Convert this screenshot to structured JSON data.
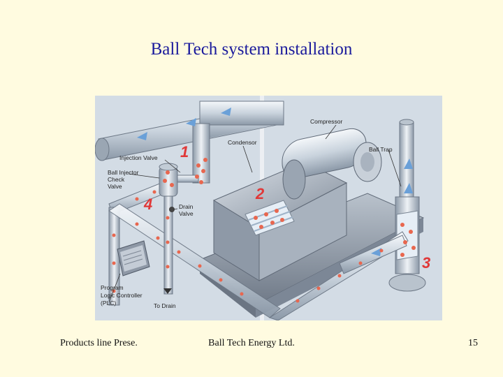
{
  "slide": {
    "title": "Ball Tech system installation",
    "footer_left": "Products line Prese.",
    "footer_center": "Ball Tech Energy Ltd.",
    "page_number": "15"
  },
  "diagram": {
    "labels": {
      "compressor": "Compressor",
      "condensor": "Condensor",
      "ball_trap": "Ball Trap",
      "injection_valve": "Injection Valve",
      "ball_injector": "Ball Injector",
      "check_valve_1": "Check",
      "check_valve_2": "Valve",
      "drain_valve_1": "Drain",
      "drain_valve_2": "Valve",
      "plc_1": "Program",
      "plc_2": "Logic Controller",
      "plc_3": "(PLC)",
      "to_drain": "To Drain"
    },
    "step_numbers": [
      "1",
      "2",
      "3",
      "4"
    ],
    "colors": {
      "step_number": "#e03838",
      "pipe": "#dfe6ee",
      "ball": "#e8674f",
      "title": "#1a1a9c",
      "background": "#fffbe0"
    }
  }
}
